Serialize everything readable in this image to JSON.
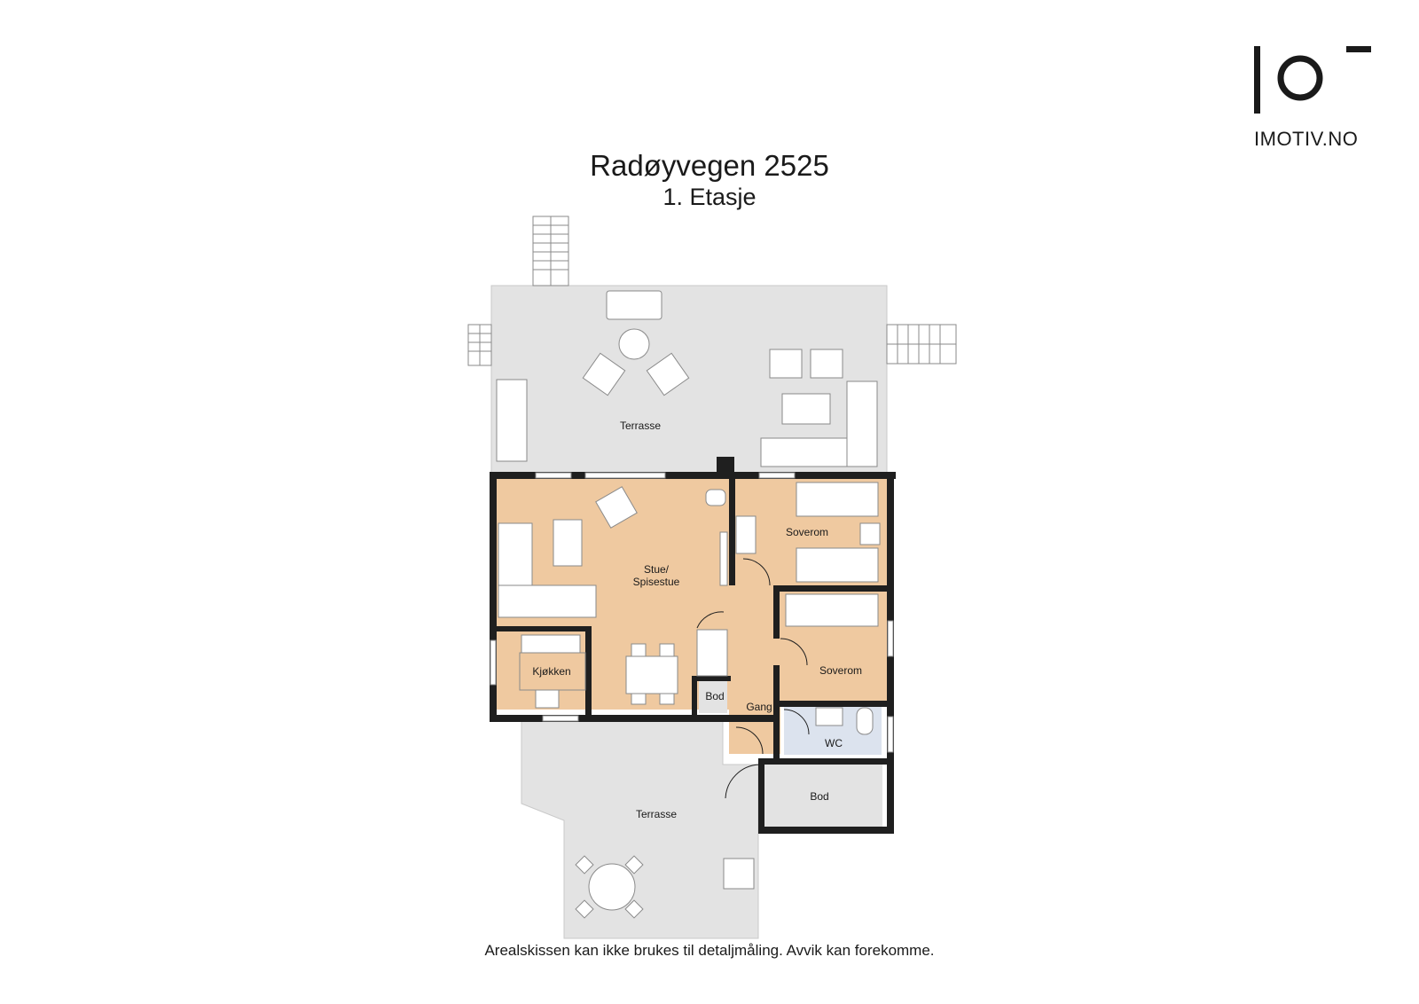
{
  "brand": {
    "name": "IMOTIV.NO",
    "logo_icon": "imotiv-logo-icon"
  },
  "title": "Radøyvegen 2525",
  "subtitle": "1. Etasje",
  "disclaimer": "Arealskissen kan ikke brukes til detaljmåling. Avvik kan forekomme.",
  "rooms": {
    "terrasse_top": "Terrasse",
    "stue_line1": "Stue/",
    "stue_line2": "Spisestue",
    "soverom_1": "Soverom",
    "soverom_2": "Soverom",
    "kjokken": "Kjøkken",
    "bod_small": "Bod",
    "gang": "Gang",
    "wc": "WC",
    "bod_large": "Bod",
    "terrasse_bottom": "Terrasse"
  },
  "colors": {
    "living": "#efc9a0",
    "terrace": "#e3e3e3",
    "wc": "#dce3ee",
    "wall": "#1f1f1f",
    "furniture_stroke": "#8a8a8a"
  }
}
